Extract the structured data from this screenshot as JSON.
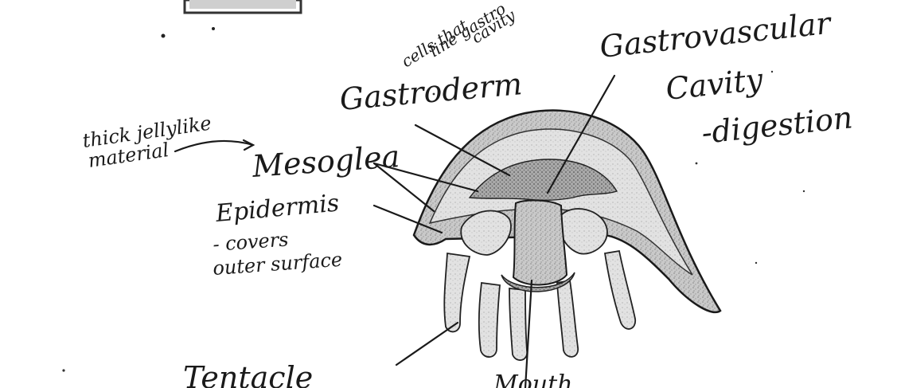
{
  "diagram": {
    "labels": {
      "gastrovascular": "Gastrovascular",
      "cavity": "Cavity",
      "digestion": "-digestion",
      "gastroderm": "Gastroderm",
      "gastroderm_note_line1": "cells that",
      "gastroderm_note_line2": "line gastro",
      "gastroderm_note_line3": "cavity",
      "mesoglea": "Mesoglea",
      "mesoglea_note_line1": "thick jellylike",
      "mesoglea_note_line2": "material",
      "epidermis": "Epidermis",
      "epidermis_note_line1": "- covers",
      "epidermis_note_line2": "outer surface",
      "tentacle": "Tentacle",
      "mouth": "Mouth"
    }
  }
}
